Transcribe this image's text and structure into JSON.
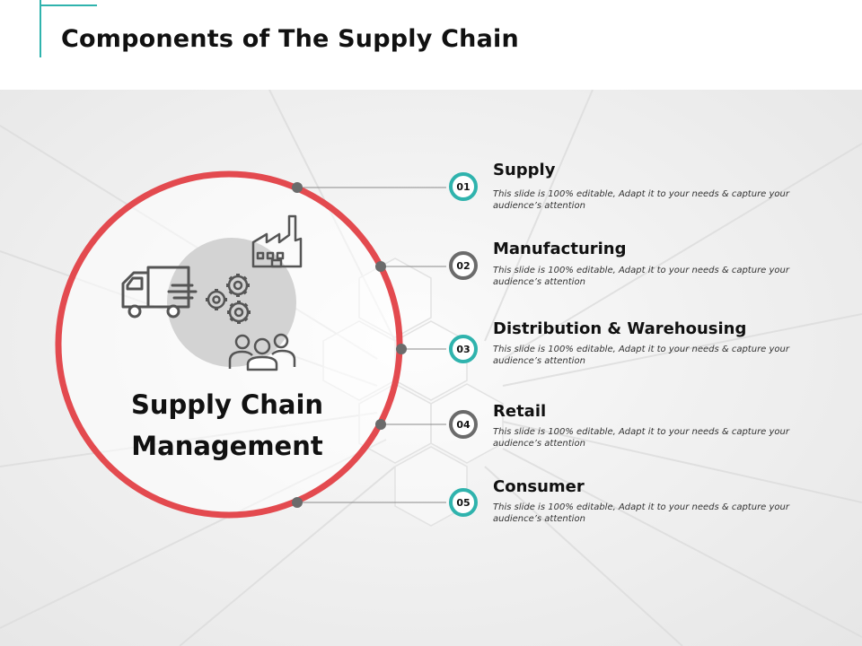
{
  "slide": {
    "title": "Components of The Supply Chain",
    "center_label": [
      "Supply Chain",
      "Management"
    ],
    "colors": {
      "accent": "#2fb3ad",
      "ring": "#e34a4f",
      "grey": "#6b6b6b",
      "icon": "#555555"
    },
    "icons": [
      "truck-icon",
      "factory-icon",
      "gears-icon",
      "people-icon"
    ],
    "components": [
      {
        "number": "01",
        "title": "Supply",
        "description": "This slide is 100% editable, Adapt it to your needs & capture your audience’s attention",
        "badge": "teal"
      },
      {
        "number": "02",
        "title": "Manufacturing",
        "description": "This slide is 100% editable, Adapt it to your needs & capture your audience’s attention",
        "badge": "grey"
      },
      {
        "number": "03",
        "title": "Distribution & Warehousing",
        "description": "This slide is 100% editable, Adapt it to your needs & capture your audience’s attention",
        "badge": "teal"
      },
      {
        "number": "04",
        "title": "Retail",
        "description": "This slide is 100% editable, Adapt it to your needs & capture your audience’s attention",
        "badge": "grey"
      },
      {
        "number": "05",
        "title": "Consumer",
        "description": "This slide is 100% editable, Adapt it to your needs & capture your audience’s attention",
        "badge": "teal"
      }
    ]
  }
}
